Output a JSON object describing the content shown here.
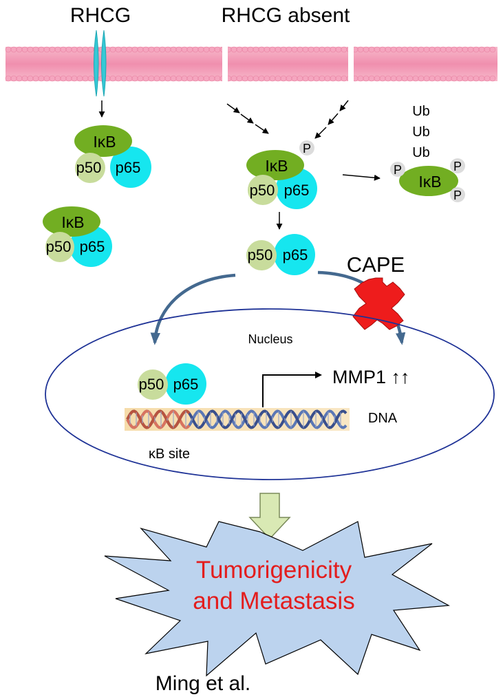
{
  "labels": {
    "rhcg": "RHCG",
    "rhcg_absent": "RHCG absent",
    "nucleus": "Nucleus",
    "cape": "CAPE",
    "mmp1": "MMP1 ↑↑",
    "dna": "DNA",
    "kb_site": "κB site",
    "outcome_line1": "Tumorigenicity",
    "outcome_line2": "and Metastasis",
    "credit": "Ming et al."
  },
  "proteins": {
    "ikb": "IκB",
    "p50": "p50",
    "p65": "p65",
    "phospho": "P",
    "ubiquitin": "Ub"
  },
  "colors": {
    "membrane": "#f3a3bb",
    "channel": "#36c9d6",
    "ikb": "#72ae22",
    "p50": "#c8dc9c",
    "p65": "#16e6ef",
    "phospho": "#dcdcdc",
    "nucleus_border": "#1e3296",
    "pathway_arrow": "#44698f",
    "cape_cross": "#ee1c1c",
    "outcome_text": "#e31d1d",
    "starburst_fill": "#bcd3ee",
    "down_arrow": "#d9e9b4"
  },
  "icons": {
    "inhibition": "red-x-cross-icon",
    "transcription_start": "bent-arrow-icon"
  }
}
